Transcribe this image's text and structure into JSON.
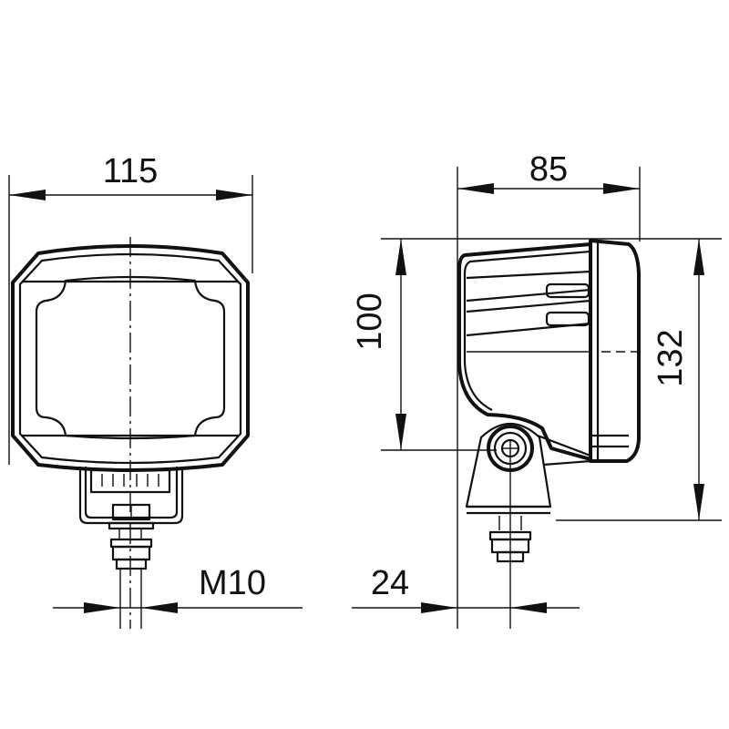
{
  "drawing": {
    "type": "technical dimension drawing",
    "subject": "work lamp (front view and side view)",
    "units": "mm",
    "line_color": "#111111",
    "background": "#ffffff"
  },
  "front_view": {
    "dimensions": {
      "width": "115",
      "thread": "M10"
    }
  },
  "side_view": {
    "dimensions": {
      "depth": "85",
      "mount_height": "100",
      "total_height": "132",
      "mount_offset": "24"
    }
  }
}
